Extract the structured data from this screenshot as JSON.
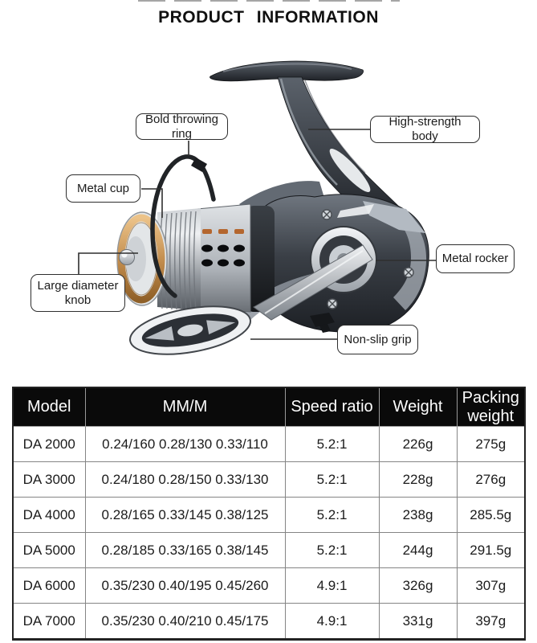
{
  "page": {
    "title": "PRODUCT INFORMATION"
  },
  "callouts": {
    "bold_throwing_ring": {
      "label": "Bold throwing ring"
    },
    "high_strength_body": {
      "label": "High-strength body"
    },
    "metal_cup": {
      "label": "Metal cup"
    },
    "metal_rocker": {
      "label": "Metal rocker"
    },
    "large_diameter_knob": {
      "label": "Large diameter knob"
    },
    "non_slip_grip": {
      "label": "Non-slip grip"
    }
  },
  "colors": {
    "gold_accent": "#c08a4b",
    "table_header_bg": "#0a0a0a",
    "table_header_text": "#ffffff"
  },
  "table": {
    "headers": [
      "Model",
      "MM/M",
      "Speed ratio",
      "Weight",
      "Packing weight"
    ],
    "rows": [
      [
        "DA 2000",
        "0.24/160 0.28/130 0.33/110",
        "5.2:1",
        "226g",
        "275g"
      ],
      [
        "DA 3000",
        "0.24/180 0.28/150 0.33/130",
        "5.2:1",
        "228g",
        "276g"
      ],
      [
        "DA 4000",
        "0.28/165 0.33/145 0.38/125",
        "5.2:1",
        "238g",
        "285.5g"
      ],
      [
        "DA 5000",
        "0.28/185 0.33/165 0.38/145",
        "5.2:1",
        "244g",
        "291.5g"
      ],
      [
        "DA 6000",
        "0.35/230 0.40/195 0.45/260",
        "4.9:1",
        "326g",
        "307g"
      ],
      [
        "DA 7000",
        "0.35/230 0.40/210 0.45/175",
        "4.9:1",
        "331g",
        "397g"
      ]
    ]
  }
}
